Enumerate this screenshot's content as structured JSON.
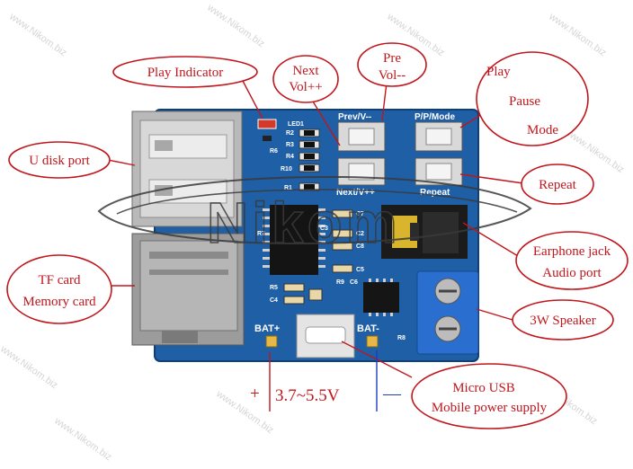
{
  "board": {
    "labels": {
      "led": "LED1",
      "prev": "Prev/V--",
      "ppmode": "P/P/Mode",
      "next": "Next/V++",
      "repeat": "Repeat",
      "bat_plus": "BAT+",
      "bat_minus": "BAT-",
      "r2": "R2",
      "r3": "R3",
      "r4": "R4",
      "r6": "R6",
      "r10": "R10",
      "r1": "R1",
      "r7": "R7",
      "r5": "R5",
      "r9": "R9",
      "r8": "R8",
      "c2": "C2",
      "c3": "C3",
      "c4": "C4",
      "c5": "C5",
      "c6": "C6",
      "c7": "C7",
      "c8": "C8"
    }
  },
  "callouts": {
    "play_indicator": "Play Indicator",
    "next_vol": [
      "Next",
      "Vol++"
    ],
    "pre_vol": [
      "Pre",
      "Vol--"
    ],
    "play_pause_mode": [
      "Play",
      "Pause",
      "Mode"
    ],
    "u_disk": "U disk port",
    "repeat": "Repeat",
    "earphone": [
      "Earphone jack",
      "Audio port"
    ],
    "tf_card": [
      "TF card",
      "Memory card"
    ],
    "speaker": "3W Speaker",
    "micro_usb": [
      "Micro USB",
      "Mobile power supply"
    ]
  },
  "power": {
    "plus": "+",
    "range": "3.7~5.5V",
    "minus": "—"
  },
  "watermark": {
    "text": "www.Nikom.biz",
    "logo": "Nikom"
  },
  "colors": {
    "pcb": "#1f5fa6",
    "callout": "#c0161c",
    "ground": "#1a3fc0"
  }
}
